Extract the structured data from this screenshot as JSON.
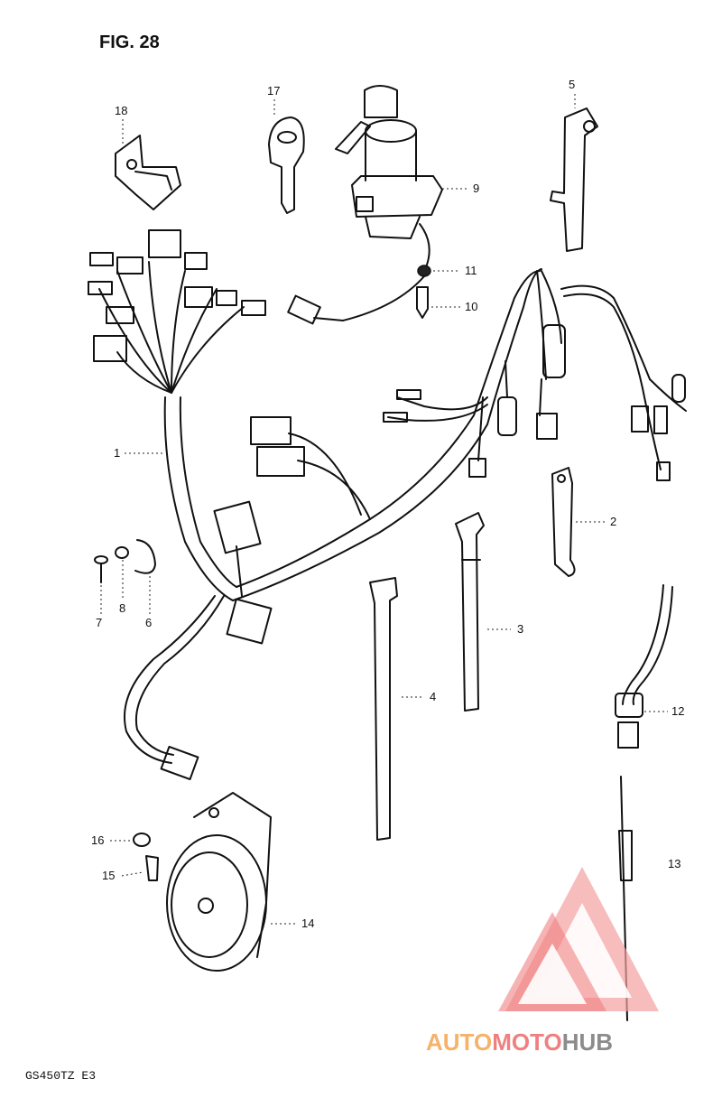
{
  "figure": {
    "title": "FIG. 28",
    "model": "GS450TZ  E3"
  },
  "callouts": [
    {
      "id": "1",
      "label": "1"
    },
    {
      "id": "2",
      "label": "2"
    },
    {
      "id": "3",
      "label": "3"
    },
    {
      "id": "4",
      "label": "4"
    },
    {
      "id": "5",
      "label": "5"
    },
    {
      "id": "6",
      "label": "6"
    },
    {
      "id": "7",
      "label": "7"
    },
    {
      "id": "8",
      "label": "8"
    },
    {
      "id": "9",
      "label": "9"
    },
    {
      "id": "10",
      "label": "10"
    },
    {
      "id": "11",
      "label": "11"
    },
    {
      "id": "12",
      "label": "12"
    },
    {
      "id": "13",
      "label": "13"
    },
    {
      "id": "14",
      "label": "14"
    },
    {
      "id": "15",
      "label": "15"
    },
    {
      "id": "16",
      "label": "16"
    },
    {
      "id": "17",
      "label": "17"
    },
    {
      "id": "18",
      "label": "18"
    }
  ],
  "watermark": {
    "part1": "AUTO",
    "part2": "MOTO",
    "part3": "HUB",
    "accent": "#f08080",
    "accent2": "#f6b26b"
  }
}
